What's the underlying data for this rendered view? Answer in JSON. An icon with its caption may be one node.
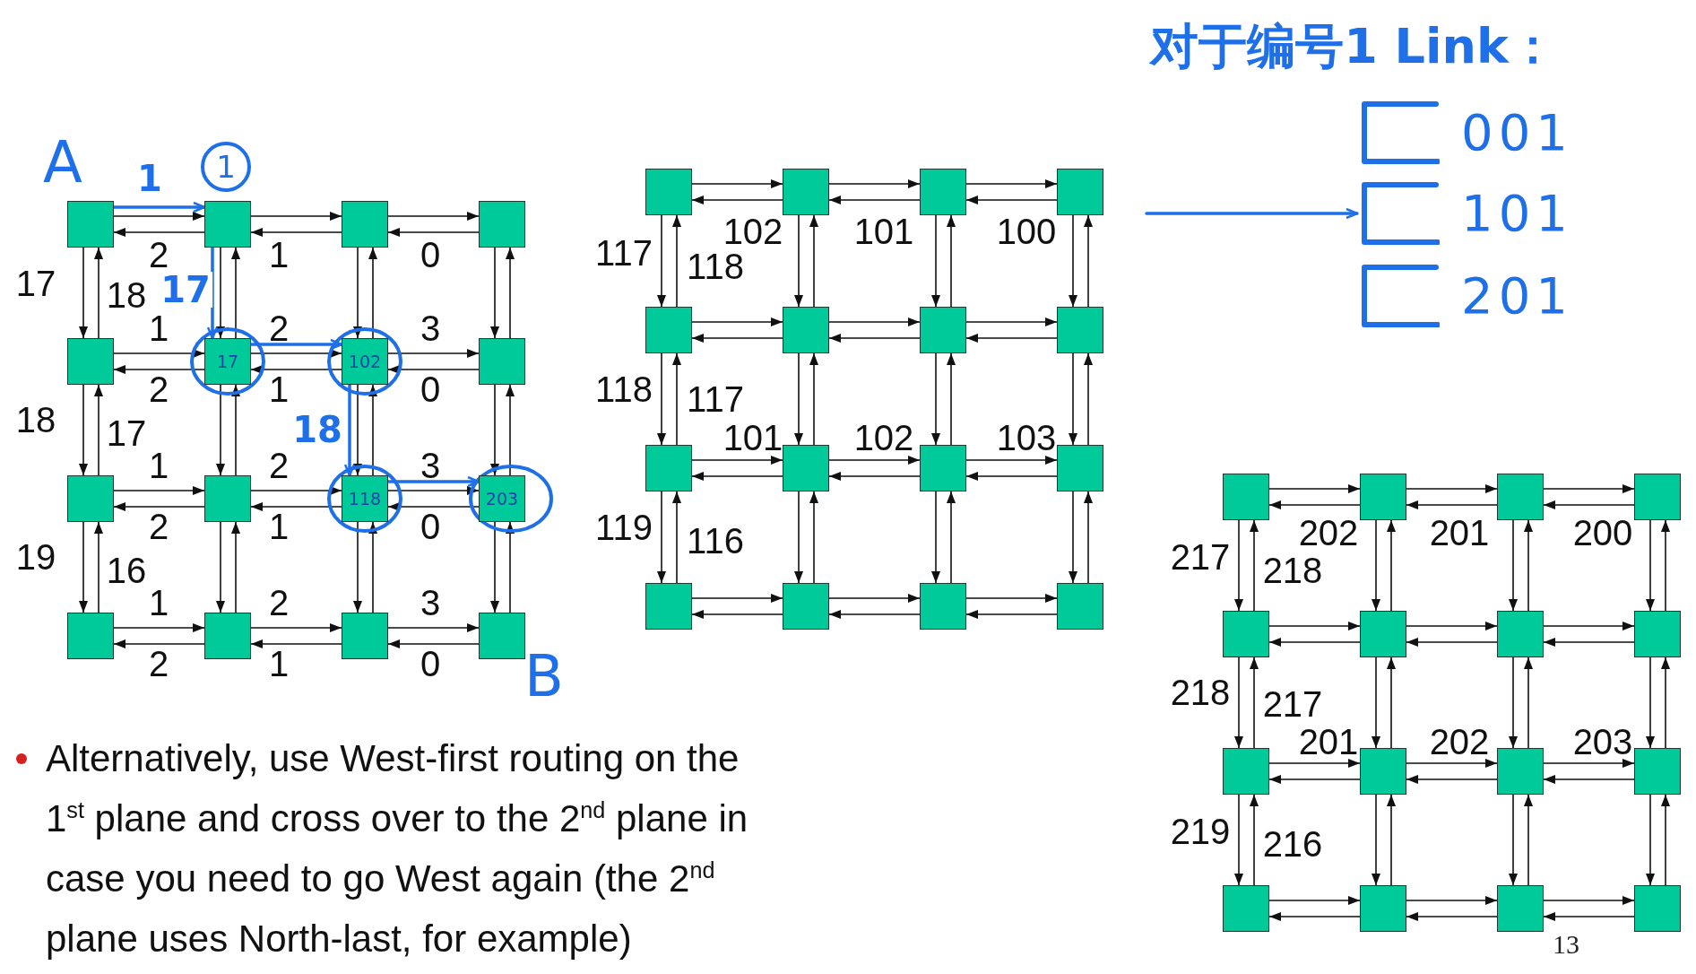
{
  "diagram": {
    "nodes": [
      {
        "text": [],
        "shape": "box"
      },
      {
        "text": [],
        "shape": "box"
      },
      {
        "text": [],
        "shape": "box"
      },
      {
        "text": [],
        "shape": "box"
      },
      {
        "text": [],
        "shape": "box"
      },
      {
        "text": [
          "17"
        ]
      },
      {
        "text": [
          "102"
        ]
      },
      {
        "text": [],
        "shape": "box"
      },
      {
        "text": [],
        "shape": "box"
      },
      {
        "text": [],
        "shape": "box"
      },
      {
        "text": [
          "118"
        ]
      },
      {
        "text": [
          "203"
        ]
      },
      {
        "text": [],
        "shape": "box"
      },
      {
        "text": [],
        "shape": "box"
      },
      {
        "text": [],
        "shape": "box"
      },
      {
        "text": [],
        "shape": "box"
      },
      {
        "text": [],
        "shape": "box"
      },
      {
        "text": [],
        "shape": "box"
      },
      {
        "text": [],
        "shape": "box"
      },
      {
        "text": [],
        "shape": "box"
      },
      {
        "text": [],
        "shape": "box"
      },
      {
        "text": [],
        "shape": "box"
      },
      {
        "text": [],
        "shape": "box"
      },
      {
        "text": [],
        "shape": "box"
      },
      {
        "text": [],
        "shape": "box"
      },
      {
        "text": [],
        "shape": "box"
      },
      {
        "text": [],
        "shape": "box"
      },
      {
        "text": [],
        "shape": "box"
      },
      {
        "text": [],
        "shape": "box"
      },
      {
        "text": [],
        "shape": "box"
      },
      {
        "text": [],
        "shape": "box"
      },
      {
        "text": [],
        "shape": "box"
      },
      {
        "text": [],
        "shape": "box"
      },
      {
        "text": [],
        "shape": "box"
      },
      {
        "text": [],
        "shape": "box"
      },
      {
        "text": [],
        "shape": "box"
      },
      {
        "text": [],
        "shape": "box"
      },
      {
        "text": [],
        "shape": "box"
      },
      {
        "text": [],
        "shape": "box"
      },
      {
        "text": [],
        "shape": "box"
      },
      {
        "text": [],
        "shape": "box"
      },
      {
        "text": [],
        "shape": "box"
      },
      {
        "text": [],
        "shape": "box"
      },
      {
        "text": [],
        "shape": "box"
      },
      {
        "text": [],
        "shape": "box"
      },
      {
        "text": [],
        "shape": "box"
      },
      {
        "text": [],
        "shape": "box"
      },
      {
        "text": [],
        "shape": "box"
      },
      {
        "text": [
          "1"
        ]
      },
      {
        "text": [
          "001"
        ]
      },
      {
        "text": [
          "101"
        ]
      },
      {
        "text": [
          "201"
        ]
      }
    ],
    "edges": [
      {
        "from": 0,
        "to": 1,
        "arrow": "to"
      },
      {
        "from": 1,
        "to": 0,
        "arrow": "to"
      },
      {
        "from": 1,
        "to": 2,
        "arrow": "to"
      },
      {
        "from": 2,
        "to": 1,
        "arrow": "to"
      },
      {
        "from": 2,
        "to": 3,
        "arrow": "to"
      },
      {
        "from": 3,
        "to": 2,
        "arrow": "to"
      },
      {
        "from": 4,
        "to": 5,
        "arrow": "to"
      },
      {
        "from": 5,
        "to": 4,
        "arrow": "to"
      },
      {
        "from": 5,
        "to": 6,
        "arrow": "to"
      },
      {
        "from": 6,
        "to": 5,
        "arrow": "to"
      },
      {
        "from": 6,
        "to": 7,
        "arrow": "to"
      },
      {
        "from": 7,
        "to": 6,
        "arrow": "to"
      },
      {
        "from": 8,
        "to": 9,
        "arrow": "to"
      },
      {
        "from": 9,
        "to": 8,
        "arrow": "to"
      },
      {
        "from": 9,
        "to": 10,
        "arrow": "to"
      },
      {
        "from": 10,
        "to": 9,
        "arrow": "to"
      },
      {
        "from": 10,
        "to": 11,
        "arrow": "to"
      },
      {
        "from": 11,
        "to": 10,
        "arrow": "to"
      },
      {
        "from": 12,
        "to": 13,
        "arrow": "to"
      },
      {
        "from": 13,
        "to": 12,
        "arrow": "to"
      },
      {
        "from": 13,
        "to": 14,
        "arrow": "to"
      },
      {
        "from": 14,
        "to": 13,
        "arrow": "to"
      },
      {
        "from": 14,
        "to": 15,
        "arrow": "to"
      },
      {
        "from": 15,
        "to": 14,
        "arrow": "to"
      },
      {
        "from": 0,
        "to": 4,
        "arrow": "to"
      },
      {
        "from": 4,
        "to": 0,
        "arrow": "to"
      },
      {
        "from": 1,
        "to": 5,
        "arrow": "to"
      },
      {
        "from": 5,
        "to": 1,
        "arrow": "to"
      },
      {
        "from": 2,
        "to": 6,
        "arrow": "to"
      },
      {
        "from": 6,
        "to": 2,
        "arrow": "to"
      },
      {
        "from": 3,
        "to": 7,
        "arrow": "to"
      },
      {
        "from": 7,
        "to": 3,
        "arrow": "to"
      },
      {
        "from": 4,
        "to": 8,
        "arrow": "to"
      },
      {
        "from": 8,
        "to": 4,
        "arrow": "to"
      },
      {
        "from": 5,
        "to": 9,
        "arrow": "to"
      },
      {
        "from": 9,
        "to": 5,
        "arrow": "to"
      },
      {
        "from": 6,
        "to": 10,
        "arrow": "to"
      },
      {
        "from": 10,
        "to": 6,
        "arrow": "to"
      },
      {
        "from": 7,
        "to": 11,
        "arrow": "to"
      },
      {
        "from": 11,
        "to": 7,
        "arrow": "to"
      },
      {
        "from": 8,
        "to": 12,
        "arrow": "to"
      },
      {
        "from": 12,
        "to": 8,
        "arrow": "to"
      },
      {
        "from": 9,
        "to": 13,
        "arrow": "to"
      },
      {
        "from": 13,
        "to": 9,
        "arrow": "to"
      },
      {
        "from": 10,
        "to": 14,
        "arrow": "to"
      },
      {
        "from": 14,
        "to": 10,
        "arrow": "to"
      },
      {
        "from": 11,
        "to": 15,
        "arrow": "to"
      },
      {
        "from": 15,
        "to": 11,
        "arrow": "to"
      },
      {
        "from": 16,
        "to": 17,
        "arrow": "to"
      },
      {
        "from": 17,
        "to": 16,
        "arrow": "to"
      },
      {
        "from": 17,
        "to": 18,
        "arrow": "to"
      },
      {
        "from": 18,
        "to": 17,
        "arrow": "to"
      },
      {
        "from": 18,
        "to": 19,
        "arrow": "to"
      },
      {
        "from": 19,
        "to": 18,
        "arrow": "to"
      },
      {
        "from": 20,
        "to": 21,
        "arrow": "to"
      },
      {
        "from": 21,
        "to": 20,
        "arrow": "to"
      },
      {
        "from": 21,
        "to": 22,
        "arrow": "to"
      },
      {
        "from": 22,
        "to": 21,
        "arrow": "to"
      },
      {
        "from": 22,
        "to": 23,
        "arrow": "to"
      },
      {
        "from": 23,
        "to": 22,
        "arrow": "to"
      },
      {
        "from": 24,
        "to": 25,
        "arrow": "to"
      },
      {
        "from": 25,
        "to": 24,
        "arrow": "to"
      },
      {
        "from": 25,
        "to": 26,
        "arrow": "to"
      },
      {
        "from": 26,
        "to": 25,
        "arrow": "to"
      },
      {
        "from": 26,
        "to": 27,
        "arrow": "to"
      },
      {
        "from": 27,
        "to": 26,
        "arrow": "to"
      },
      {
        "from": 28,
        "to": 29,
        "arrow": "to"
      },
      {
        "from": 29,
        "to": 28,
        "arrow": "to"
      },
      {
        "from": 29,
        "to": 30,
        "arrow": "to"
      },
      {
        "from": 30,
        "to": 29,
        "arrow": "to"
      },
      {
        "from": 30,
        "to": 31,
        "arrow": "to"
      },
      {
        "from": 31,
        "to": 30,
        "arrow": "to"
      },
      {
        "from": 16,
        "to": 20,
        "arrow": "to"
      },
      {
        "from": 20,
        "to": 16,
        "arrow": "to"
      },
      {
        "from": 17,
        "to": 21,
        "arrow": "to"
      },
      {
        "from": 21,
        "to": 17,
        "arrow": "to"
      },
      {
        "from": 18,
        "to": 22,
        "arrow": "to"
      },
      {
        "from": 22,
        "to": 18,
        "arrow": "to"
      },
      {
        "from": 19,
        "to": 23,
        "arrow": "to"
      },
      {
        "from": 23,
        "to": 19,
        "arrow": "to"
      },
      {
        "from": 20,
        "to": 24,
        "arrow": "to"
      },
      {
        "from": 24,
        "to": 20,
        "arrow": "to"
      },
      {
        "from": 21,
        "to": 25,
        "arrow": "to"
      },
      {
        "from": 25,
        "to": 21,
        "arrow": "to"
      },
      {
        "from": 22,
        "to": 26,
        "arrow": "to"
      },
      {
        "from": 26,
        "to": 22,
        "arrow": "to"
      },
      {
        "from": 23,
        "to": 27,
        "arrow": "to"
      },
      {
        "from": 27,
        "to": 23,
        "arrow": "to"
      },
      {
        "from": 24,
        "to": 28,
        "arrow": "to"
      },
      {
        "from": 28,
        "to": 24,
        "arrow": "to"
      },
      {
        "from": 25,
        "to": 29,
        "arrow": "to"
      },
      {
        "from": 29,
        "to": 25,
        "arrow": "to"
      },
      {
        "from": 26,
        "to": 30,
        "arrow": "to"
      },
      {
        "from": 30,
        "to": 26,
        "arrow": "to"
      },
      {
        "from": 27,
        "to": 31,
        "arrow": "to"
      },
      {
        "from": 31,
        "to": 27,
        "arrow": "to"
      },
      {
        "from": 32,
        "to": 33,
        "arrow": "to"
      },
      {
        "from": 33,
        "to": 32,
        "arrow": "to"
      },
      {
        "from": 33,
        "to": 34,
        "arrow": "to"
      },
      {
        "from": 34,
        "to": 33,
        "arrow": "to"
      },
      {
        "from": 34,
        "to": 35,
        "arrow": "to"
      },
      {
        "from": 35,
        "to": 34,
        "arrow": "to"
      },
      {
        "from": 36,
        "to": 37,
        "arrow": "to"
      },
      {
        "from": 37,
        "to": 36,
        "arrow": "to"
      },
      {
        "from": 37,
        "to": 38,
        "arrow": "to"
      },
      {
        "from": 38,
        "to": 37,
        "arrow": "to"
      },
      {
        "from": 38,
        "to": 39,
        "arrow": "to"
      },
      {
        "from": 39,
        "to": 38,
        "arrow": "to"
      },
      {
        "from": 40,
        "to": 41,
        "arrow": "to"
      },
      {
        "from": 41,
        "to": 40,
        "arrow": "to"
      },
      {
        "from": 41,
        "to": 42,
        "arrow": "to"
      },
      {
        "from": 42,
        "to": 41,
        "arrow": "to"
      },
      {
        "from": 42,
        "to": 43,
        "arrow": "to"
      },
      {
        "from": 43,
        "to": 42,
        "arrow": "to"
      },
      {
        "from": 44,
        "to": 45,
        "arrow": "to"
      },
      {
        "from": 45,
        "to": 44,
        "arrow": "to"
      },
      {
        "from": 45,
        "to": 46,
        "arrow": "to"
      },
      {
        "from": 46,
        "to": 45,
        "arrow": "to"
      },
      {
        "from": 46,
        "to": 47,
        "arrow": "to"
      },
      {
        "from": 47,
        "to": 46,
        "arrow": "to"
      },
      {
        "from": 32,
        "to": 36,
        "arrow": "to"
      },
      {
        "from": 36,
        "to": 32,
        "arrow": "to"
      },
      {
        "from": 33,
        "to": 37,
        "arrow": "to"
      },
      {
        "from": 37,
        "to": 33,
        "arrow": "to"
      },
      {
        "from": 34,
        "to": 38,
        "arrow": "to"
      },
      {
        "from": 38,
        "to": 34,
        "arrow": "to"
      },
      {
        "from": 35,
        "to": 39,
        "arrow": "to"
      },
      {
        "from": 39,
        "to": 35,
        "arrow": "to"
      },
      {
        "from": 36,
        "to": 40,
        "arrow": "to"
      },
      {
        "from": 40,
        "to": 36,
        "arrow": "to"
      },
      {
        "from": 37,
        "to": 41,
        "arrow": "to"
      },
      {
        "from": 41,
        "to": 37,
        "arrow": "to"
      },
      {
        "from": 38,
        "to": 42,
        "arrow": "to"
      },
      {
        "from": 42,
        "to": 38,
        "arrow": "to"
      },
      {
        "from": 39,
        "to": 43,
        "arrow": "to"
      },
      {
        "from": 43,
        "to": 39,
        "arrow": "to"
      },
      {
        "from": 40,
        "to": 44,
        "arrow": "to"
      },
      {
        "from": 44,
        "to": 40,
        "arrow": "to"
      },
      {
        "from": 41,
        "to": 45,
        "arrow": "to"
      },
      {
        "from": 45,
        "to": 41,
        "arrow": "to"
      },
      {
        "from": 42,
        "to": 46,
        "arrow": "to"
      },
      {
        "from": 46,
        "to": 42,
        "arrow": "to"
      },
      {
        "from": 43,
        "to": 47,
        "arrow": "to"
      },
      {
        "from": 47,
        "to": 43,
        "arrow": "to"
      },
      {
        "from": 0,
        "to": 1,
        "arrow": "to",
        "label": "1",
        "color": "#1e6fe8"
      },
      {
        "from": 1,
        "to": 5,
        "arrow": "to",
        "label": "17",
        "color": "#1e6fe8"
      },
      {
        "from": 5,
        "to": 6,
        "arrow": "to",
        "color": "#1e6fe8"
      },
      {
        "from": 6,
        "to": 10,
        "arrow": "to",
        "label": "18",
        "color": "#1e6fe8"
      },
      {
        "from": 10,
        "to": 11,
        "arrow": "to",
        "color": "#1e6fe8"
      },
      {
        "from": null,
        "to": 50,
        "arrow": "to",
        "color": "#1e6fe8"
      }
    ],
    "labels": [
      "对于编号1 Link：",
      "A",
      "2",
      "1",
      "0",
      "17",
      "18",
      "1",
      "2",
      "3",
      "2",
      "1",
      "0",
      "18",
      "17",
      "1",
      "2",
      "3",
      "2",
      "1",
      "0",
      "19",
      "16",
      "1",
      "2",
      "3",
      "2",
      "1",
      "0",
      "B",
      "102",
      "101",
      "100",
      "117",
      "118",
      "118",
      "117",
      "101",
      "102",
      "103",
      "119",
      "116",
      "202",
      "201",
      "200",
      "217",
      "218",
      "218",
      "217",
      "201",
      "202",
      "203",
      "219",
      "216",
      "Alternatively, use West-first routing on the 1$^{st}$ plane and cross over to the 2$^{nd}$ plane in case you need to go West again (the 2$^{nd}$ plane uses North-last, for example)",
      "13"
    ]
  }
}
